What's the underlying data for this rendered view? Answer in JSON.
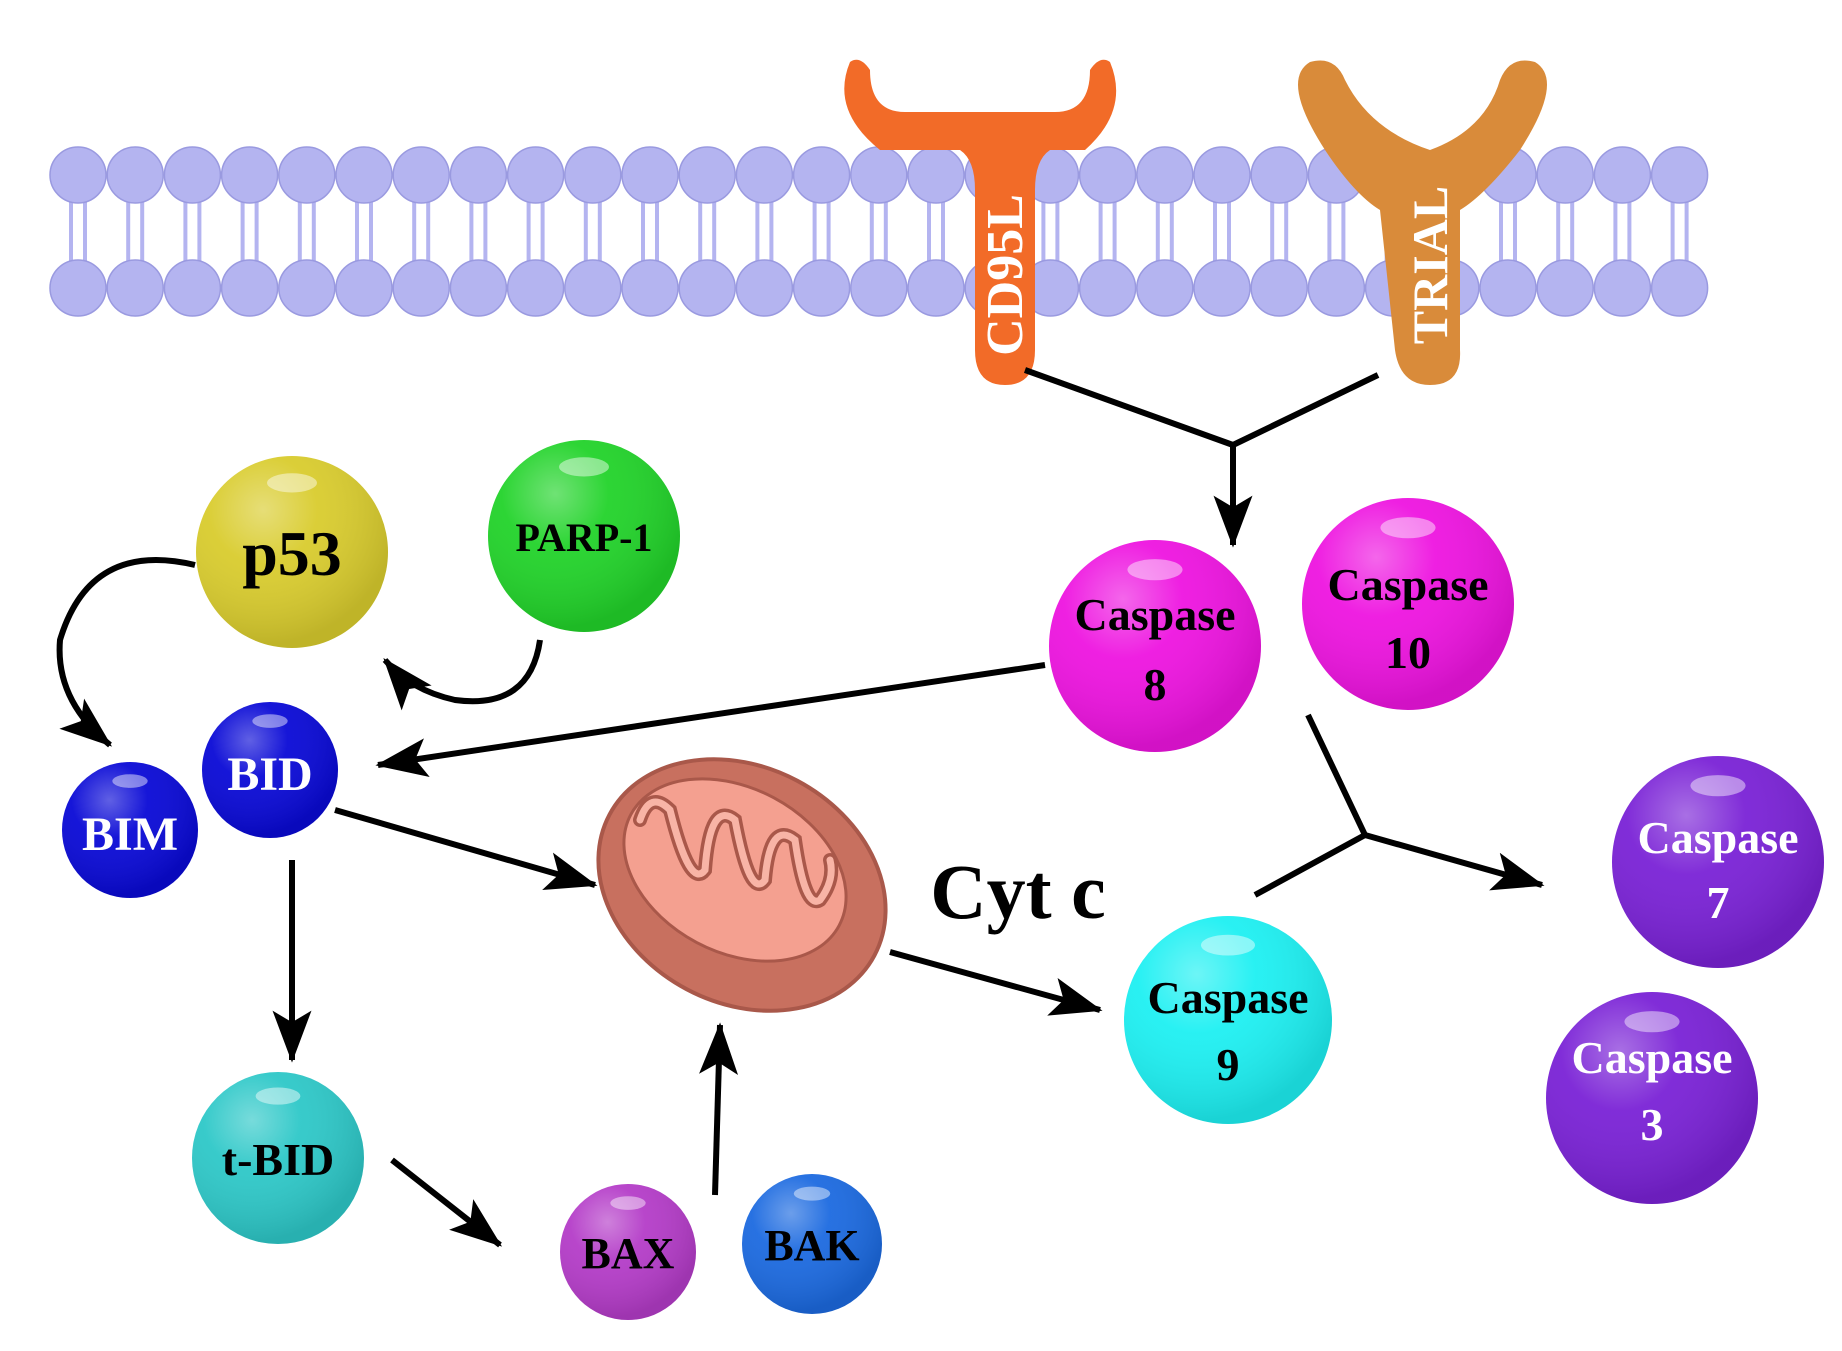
{
  "receptors": [
    {
      "id": "cd95l",
      "label": "CD95L",
      "color": "#f26b28"
    },
    {
      "id": "trial",
      "label": "TRIAL",
      "color": "#d98b3a"
    }
  ],
  "nodes": [
    {
      "id": "p53",
      "lines": [
        "p53"
      ],
      "color": "#d9cc2e",
      "text": "#000000"
    },
    {
      "id": "parp1",
      "lines": [
        "PARP-1"
      ],
      "color": "#22d32a",
      "text": "#000000"
    },
    {
      "id": "bid",
      "lines": [
        "BID"
      ],
      "color": "#0a0ad6",
      "text": "#ffffff"
    },
    {
      "id": "bim",
      "lines": [
        "BIM"
      ],
      "color": "#0a0ad6",
      "text": "#ffffff"
    },
    {
      "id": "casp8",
      "lines": [
        "Caspase",
        "8"
      ],
      "color": "#ee14e0",
      "text": "#000000"
    },
    {
      "id": "casp10",
      "lines": [
        "Caspase",
        "10"
      ],
      "color": "#ee14e0",
      "text": "#000000"
    },
    {
      "id": "casp7",
      "lines": [
        "Caspase",
        "7"
      ],
      "color": "#7a22d6",
      "text": "#ffffff"
    },
    {
      "id": "casp3",
      "lines": [
        "Caspase",
        "3"
      ],
      "color": "#7a22d6",
      "text": "#ffffff"
    },
    {
      "id": "casp9",
      "lines": [
        "Caspase",
        "9"
      ],
      "color": "#1ef0f2",
      "text": "#000000"
    },
    {
      "id": "tbid",
      "lines": [
        "t-BID"
      ],
      "color": "#2ec8c8",
      "text": "#000000"
    },
    {
      "id": "bax",
      "lines": [
        "BAX"
      ],
      "color": "#b43cc8",
      "text": "#000000"
    },
    {
      "id": "bak",
      "lines": [
        "BAK"
      ],
      "color": "#1c6ae0",
      "text": "#000000"
    }
  ],
  "mitochondrion": {
    "label": "Cyt c",
    "outer_color": "#c8705f",
    "inner_color": "#f4a090"
  },
  "membrane": {
    "head_color": "#b4b4f0",
    "tail_color": "#b4b4f0"
  },
  "arrow_color": "#000000"
}
